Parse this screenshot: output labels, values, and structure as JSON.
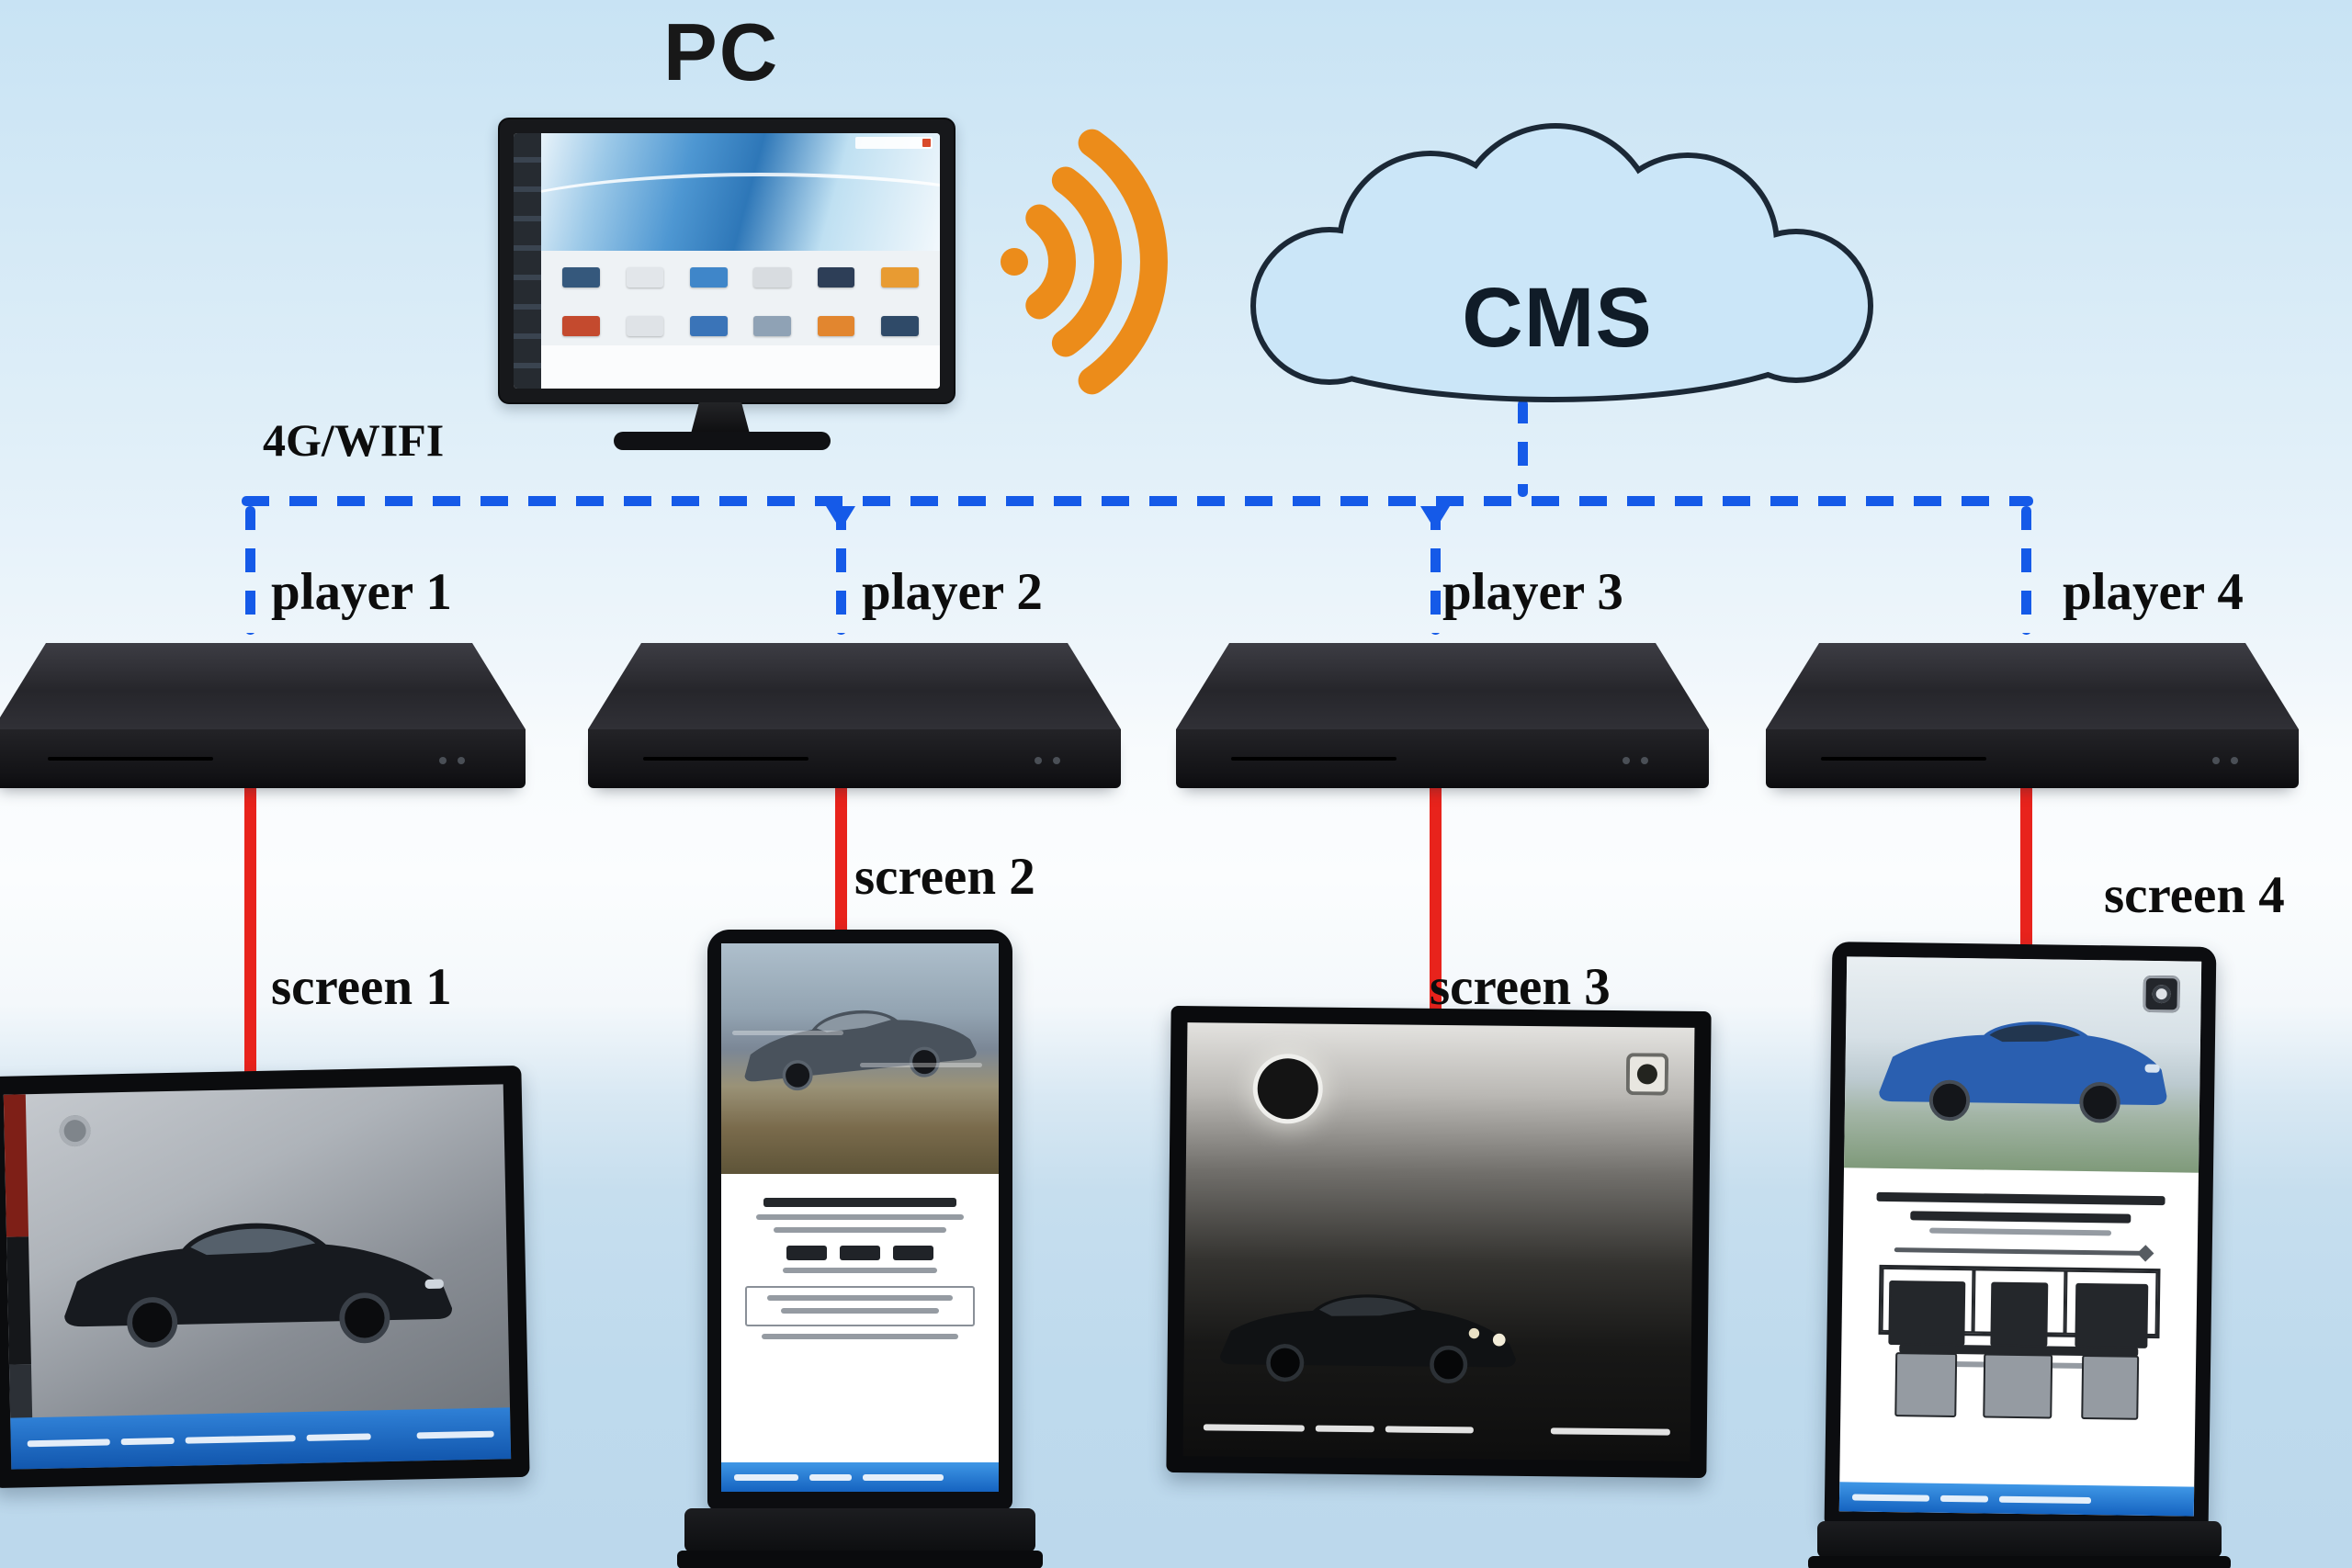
{
  "diagram": {
    "pc_label": "PC",
    "cms_label": "CMS",
    "network_label": "4G/WIFI",
    "players": [
      {
        "label": "player 1"
      },
      {
        "label": "player 2"
      },
      {
        "label": "player 3"
      },
      {
        "label": "player 4"
      }
    ],
    "screens": [
      {
        "label": "screen 1",
        "orientation": "landscape"
      },
      {
        "label": "screen 2",
        "orientation": "portrait"
      },
      {
        "label": "screen 3",
        "orientation": "landscape"
      },
      {
        "label": "screen 4",
        "orientation": "portrait"
      }
    ],
    "icons": {
      "wifi": "wifi-signal-icon",
      "cloud": "cms-cloud-icon",
      "pc": "pc-monitor",
      "player": "media-player-box"
    },
    "colors": {
      "dashed_connector": "#155ae8",
      "video_cable": "#e8231c",
      "wifi_orange": "#ec8c1a",
      "cloud_fill": "#cbe6f8",
      "cloud_outline": "#1b2836",
      "label_text": "#0d0d0d",
      "background_top": "#c8e3f4",
      "background_bottom": "#bcd8ec"
    }
  }
}
